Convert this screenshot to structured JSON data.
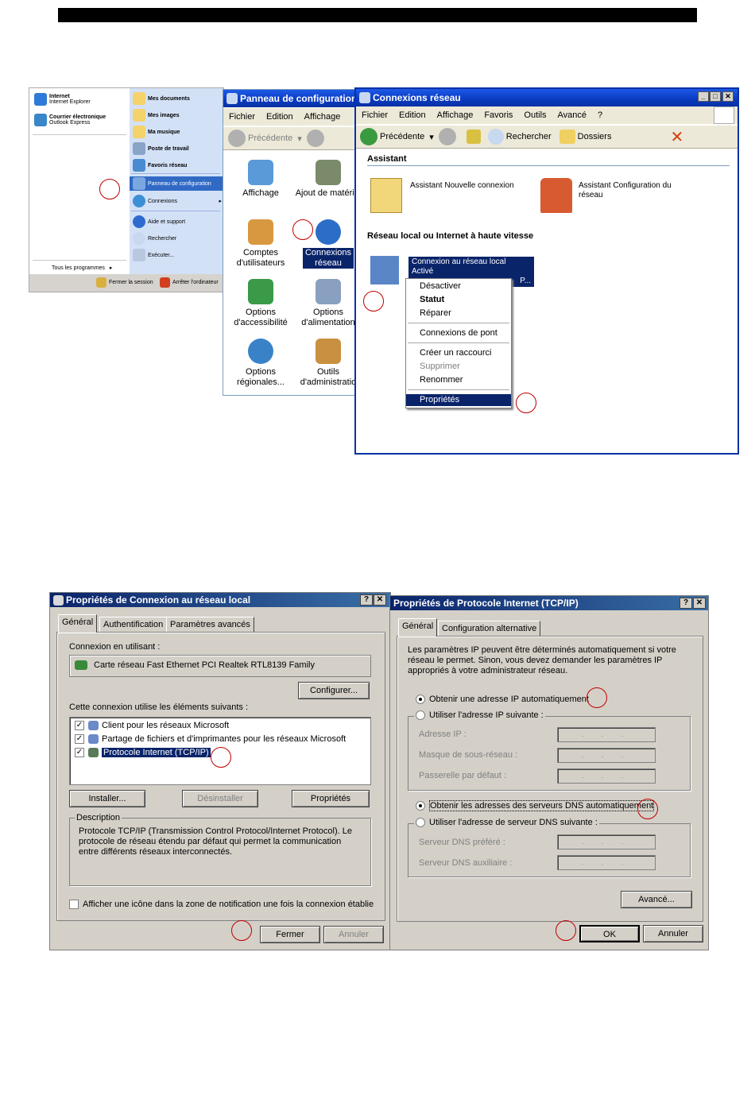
{
  "start_menu": {
    "pinned": [
      {
        "title": "Internet",
        "subtitle": "Internet Explorer"
      },
      {
        "title": "Courrier électronique",
        "subtitle": "Outlook Express"
      }
    ],
    "right_items": [
      "Mes documents",
      "Mes images",
      "Ma musique",
      "Poste de travail",
      "Favoris réseau",
      "Panneau de configuration",
      "Connexions",
      "Aide et support",
      "Rechercher",
      "Exécuter..."
    ],
    "all_programs": "Tous les programmes",
    "logoff": "Fermer la session",
    "shutdown": "Arrêter l'ordinateur"
  },
  "control_panel": {
    "title": "Panneau de configuration",
    "menu": [
      "Fichier",
      "Edition",
      "Affichage"
    ],
    "back": "Précédente",
    "icons": [
      {
        "label": "Affichage"
      },
      {
        "label": "Ajout de matériel"
      },
      {
        "label": "Comptes d'utilisateurs"
      },
      {
        "label": "Connexions réseau"
      },
      {
        "label": "Options d'accessibilité"
      },
      {
        "label": "Options d'alimentation"
      },
      {
        "label": "Options régionales..."
      },
      {
        "label": "Outils d'administratio"
      }
    ]
  },
  "network_window": {
    "title": "Connexions réseau",
    "menu": [
      "Fichier",
      "Edition",
      "Affichage",
      "Favoris",
      "Outils",
      "Avancé",
      "?"
    ],
    "toolbar": {
      "back": "Précédente",
      "search": "Rechercher",
      "folders": "Dossiers"
    },
    "section_wizard": "Assistant",
    "wizard_new": "Assistant Nouvelle connexion",
    "wizard_home": "Assistant Configuration du réseau",
    "section_lan": "Réseau local ou Internet à haute vitesse",
    "connection_name": "Connexion au réseau local",
    "connection_status": "Activé",
    "connection_device": "P...",
    "context_menu": [
      "Désactiver",
      "Statut",
      "Réparer",
      "Connexions de pont",
      "Créer un raccourci",
      "Supprimer",
      "Renommer",
      "Propriétés"
    ]
  },
  "lan_dialog": {
    "title": "Propriétés de Connexion au réseau local",
    "tabs": [
      "Général",
      "Authentification",
      "Paramètres avancés"
    ],
    "connect_using_label": "Connexion en utilisant :",
    "adapter": "Carte réseau Fast Ethernet PCI Realtek RTL8139 Family",
    "configure": "Configurer...",
    "items_label": "Cette connexion utilise les éléments suivants :",
    "items": [
      "Client pour les réseaux Microsoft",
      "Partage de fichiers et d'imprimantes pour les réseaux Microsoft",
      "Protocole Internet (TCP/IP)"
    ],
    "install": "Installer...",
    "uninstall": "Désinstaller",
    "properties": "Propriétés",
    "description_title": "Description",
    "description": "Protocole TCP/IP (Transmission Control Protocol/Internet Protocol). Le protocole de réseau étendu par défaut qui permet la communication entre différents réseaux interconnectés.",
    "show_icon": "Afficher une icône dans la zone de notification une fois la connexion établie",
    "close": "Fermer",
    "cancel": "Annuler"
  },
  "tcpip_dialog": {
    "title": "Propriétés de Protocole Internet (TCP/IP)",
    "tabs": [
      "Général",
      "Configuration alternative"
    ],
    "intro": "Les paramètres IP peuvent être déterminés automatiquement si votre réseau le permet. Sinon, vous devez demander les paramètres IP appropriés à votre administrateur réseau.",
    "ip_auto": "Obtenir une adresse IP automatiquement",
    "ip_manual": "Utiliser l'adresse IP suivante :",
    "ip_address": "Adresse IP :",
    "subnet": "Masque de sous-réseau :",
    "gateway": "Passerelle par défaut :",
    "dns_auto": "Obtenir les adresses des serveurs DNS automatiquement",
    "dns_manual": "Utiliser l'adresse de serveur DNS suivante :",
    "dns_pref": "Serveur DNS préféré :",
    "dns_alt": "Serveur DNS auxiliaire :",
    "ip_placeholder": ". . .",
    "advanced": "Avancé...",
    "ok": "OK",
    "cancel": "Annuler"
  },
  "colors": {
    "xp_blue": "#0a3ac0",
    "highlight": "#0a246a",
    "marker": "#c00000"
  }
}
